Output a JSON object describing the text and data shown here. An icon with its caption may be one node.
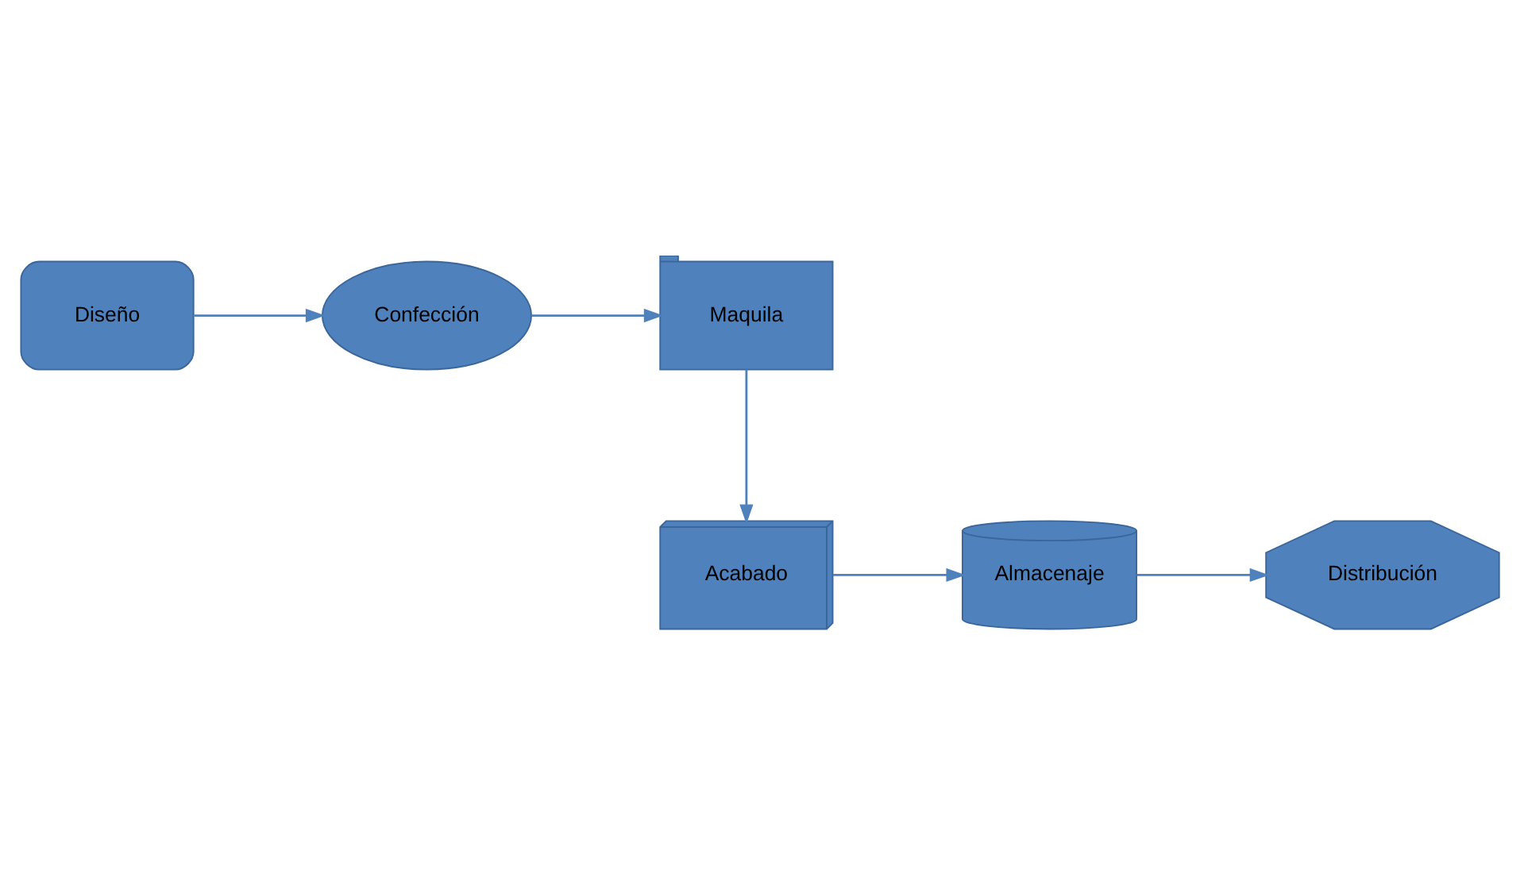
{
  "diagram": {
    "nodes": [
      {
        "text": [
          "Diseño"
        ]
      },
      {
        "text": [
          "Confección"
        ]
      },
      {
        "text": [
          "Maquila"
        ]
      },
      {
        "text": [
          "Acabado"
        ]
      },
      {
        "text": [
          "Almacenaje"
        ]
      },
      {
        "text": [
          "Distribución"
        ]
      }
    ],
    "edges": [
      {
        "from": 0,
        "to": 1,
        "arrow": "to"
      },
      {
        "from": 1,
        "to": 2,
        "arrow": "to"
      },
      {
        "from": 2,
        "to": 3,
        "arrow": "to"
      },
      {
        "from": 3,
        "to": 4,
        "arrow": "to"
      },
      {
        "from": 4,
        "to": 5,
        "arrow": "to"
      }
    ]
  }
}
